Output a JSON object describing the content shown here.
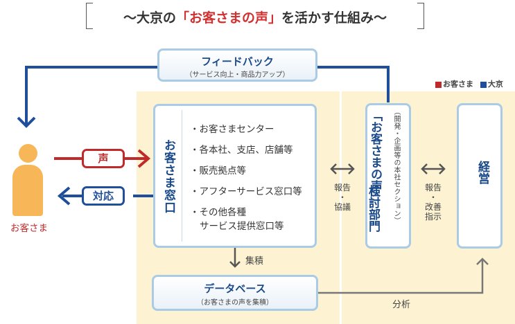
{
  "title": {
    "prefix": "〜大京の",
    "emphasis": "「お客さまの声」",
    "suffix": "を活かす仕組み〜"
  },
  "legend": {
    "customer": {
      "label": "お客さま",
      "color": "#c02a2a"
    },
    "daikyo": {
      "label": "大京",
      "color": "#1f4f9a"
    }
  },
  "feedback": {
    "title": "フィードバック",
    "subtitle": "（サービス向上・商品力アップ）"
  },
  "customer": {
    "label": "お客さま"
  },
  "voice_label": "声",
  "response_label": "対応",
  "window": {
    "title": "お客さま窓口",
    "items": [
      "・お客さまセンター",
      "・各本社、支店、店舗等",
      "・販売拠点等",
      "・アフターサービス窓口等",
      "・その他各種",
      "サービス提供窓口等"
    ]
  },
  "report_consult": {
    "line1": "報告",
    "line2": "・",
    "line3": "協議"
  },
  "section": {
    "note": "（開発・企画等の本社セクション）",
    "title_line1": "「お客さまの声」",
    "title_line2": "検討部門"
  },
  "report_improve": {
    "line1": "報告",
    "line2": "・",
    "line3": "改善",
    "line4": "指示"
  },
  "management": {
    "title": "経営"
  },
  "aggregate_label": "集積",
  "database": {
    "title": "データベース",
    "subtitle": "（お客さまの声を集積）"
  },
  "analysis_label": "分析",
  "colors": {
    "navy": "#1f4f9a",
    "red": "#c02a2a",
    "box_border": "#a9cbe6",
    "panel": "#fdf3d2"
  }
}
